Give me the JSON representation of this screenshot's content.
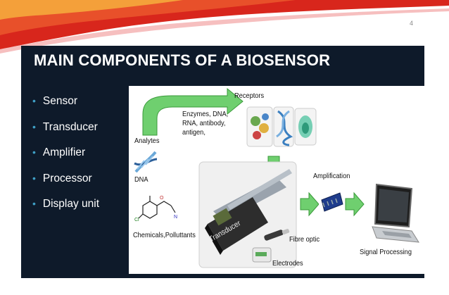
{
  "page": {
    "number": "4"
  },
  "slide": {
    "title": "MAIN COMPONENTS OF A BIOSENSOR",
    "bullets": [
      "Sensor",
      "Transducer",
      "Amplifier",
      "Processor",
      "Display unit"
    ]
  },
  "diagram": {
    "receptors_label": "Receptors",
    "receptor_examples": "Enzymes, DNA, RNA, antibody, antigen,",
    "analytes_label": "Analytes",
    "dna_label": "DNA",
    "chemicals_label": "Chemicals,Polluttants",
    "transducer_label": "Transducer",
    "amplification_label": "Amplification",
    "fibre_optic_label": "Fibre optic",
    "electrodes_label": "Electrodes",
    "signal_processing_label": "Signal Processing"
  },
  "colors": {
    "slide_background": "#0e1a2a",
    "bullet_dot": "#3fa0c6",
    "arrow_green": "#6fcf6f",
    "chip_blue": "#1f3c8c",
    "swoosh_red": "#d8261c",
    "swoosh_orange": "#f4a03a"
  }
}
